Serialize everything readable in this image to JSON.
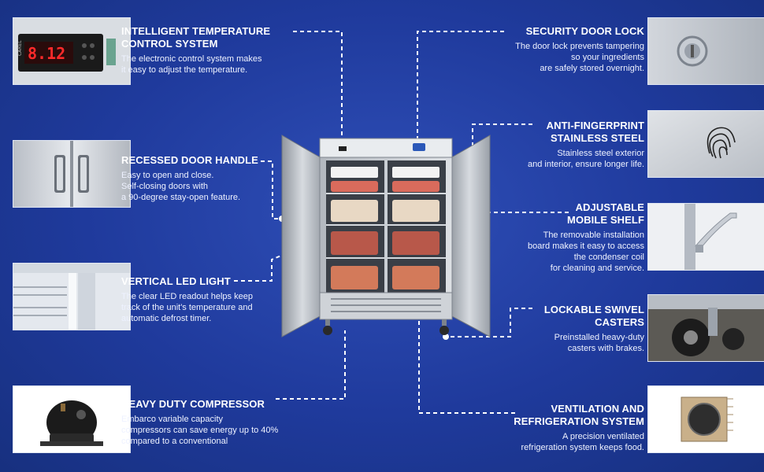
{
  "features": {
    "temp": {
      "title": "INTELLIGENT TEMPERATURE\nCONTROL SYSTEM",
      "desc": "The electronic control system makes\n it easy to adjust the temperature.",
      "display": "8.12",
      "display_label": "CAREL"
    },
    "handle": {
      "title": "RECESSED DOOR HANDLE",
      "desc": "Easy to open and close.\nSelf-closing doors with\na 90-degree stay-open feature."
    },
    "led": {
      "title": "VERTICAL LED LIGHT",
      "desc": "The clear LED readout helps keep\ntrack of the unit's temperature and\nautomatic defrost timer."
    },
    "compressor": {
      "title": "HEAVY DUTY COMPRESSOR",
      "desc": "Embarco variable capacity\ncompressors can save energy up to 40%\ncompared to a conventional"
    },
    "lock": {
      "title": "SECURITY DOOR LOCK",
      "desc": "The door lock prevents tampering\nso your ingredients\nare safely stored overnight."
    },
    "steel": {
      "title": "ANTI-FINGERPRINT\nSTAINLESS STEEL",
      "desc": "Stainless steel exterior\nand interior, ensure longer life."
    },
    "shelf": {
      "title": "ADJUSTABLE\nMOBILE SHELF",
      "desc": "The removable installation\nboard makes it easy to access\nthe condenser coil\nfor cleaning and service."
    },
    "casters": {
      "title": "LOCKABLE SWIVEL\nCASTERS",
      "desc": "Preinstalled heavy-duty\ncasters with brakes."
    },
    "vent": {
      "title": "VENTILATION AND\nREFRIGERATION SYSTEM",
      "desc": "A precision ventilated\nrefrigeration system keeps food."
    }
  },
  "colors": {
    "background": "#1f3a9c",
    "accent": "#ffffff",
    "steel": "#c4c9d1"
  },
  "icons": [
    "temperature-display-icon",
    "door-handle-icon",
    "led-light-icon",
    "compressor-icon",
    "lock-icon",
    "fingerprint-icon",
    "shelf-bracket-icon",
    "caster-wheel-icon",
    "condenser-coil-icon"
  ]
}
